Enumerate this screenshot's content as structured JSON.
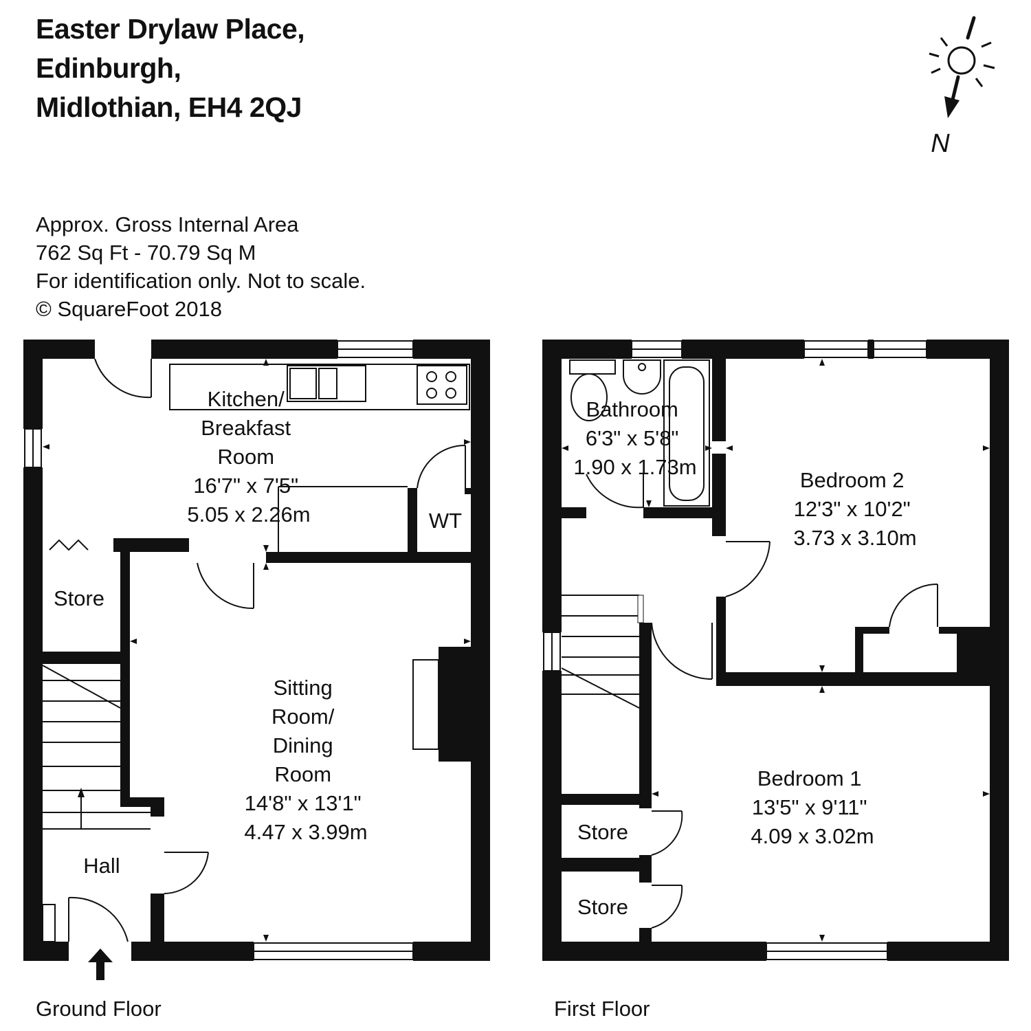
{
  "header": {
    "address_lines": [
      "Easter Drylaw Place,",
      "Edinburgh,",
      "Midlothian, EH4 2QJ"
    ]
  },
  "info": {
    "lines": [
      "Approx. Gross Internal Area",
      "762 Sq Ft  -  70.79 Sq M",
      "For identification only. Not to scale.",
      "© SquareFoot 2018"
    ]
  },
  "compass": {
    "label": "N"
  },
  "ground_floor": {
    "label": "Ground Floor",
    "rooms": {
      "kitchen": {
        "name": [
          "Kitchen/",
          "Breakfast",
          "Room"
        ],
        "imperial": "16'7\" x 7'5\"",
        "metric": "5.05 x 2.26m"
      },
      "wt": {
        "name": [
          "WT"
        ]
      },
      "store": {
        "name": [
          "Store"
        ]
      },
      "sitting": {
        "name": [
          "Sitting",
          "Room/",
          "Dining",
          "Room"
        ],
        "imperial": "14'8\" x 13'1\"",
        "metric": "4.47 x 3.99m"
      },
      "hall": {
        "name": [
          "Hall"
        ]
      }
    }
  },
  "first_floor": {
    "label": "First Floor",
    "rooms": {
      "bathroom": {
        "name": [
          "Bathroom"
        ],
        "imperial": "6'3\" x 5'8\"",
        "metric": "1.90 x 1.73m"
      },
      "bedroom2": {
        "name": [
          "Bedroom 2"
        ],
        "imperial": "12'3\" x 10'2\"",
        "metric": "3.73 x 3.10m"
      },
      "bedroom1": {
        "name": [
          "Bedroom 1"
        ],
        "imperial": "13'5\" x 9'11\"",
        "metric": "4.09 x 3.02m"
      },
      "store_upper": {
        "name": [
          "Store"
        ]
      },
      "store_lower": {
        "name": [
          "Store"
        ]
      }
    }
  }
}
